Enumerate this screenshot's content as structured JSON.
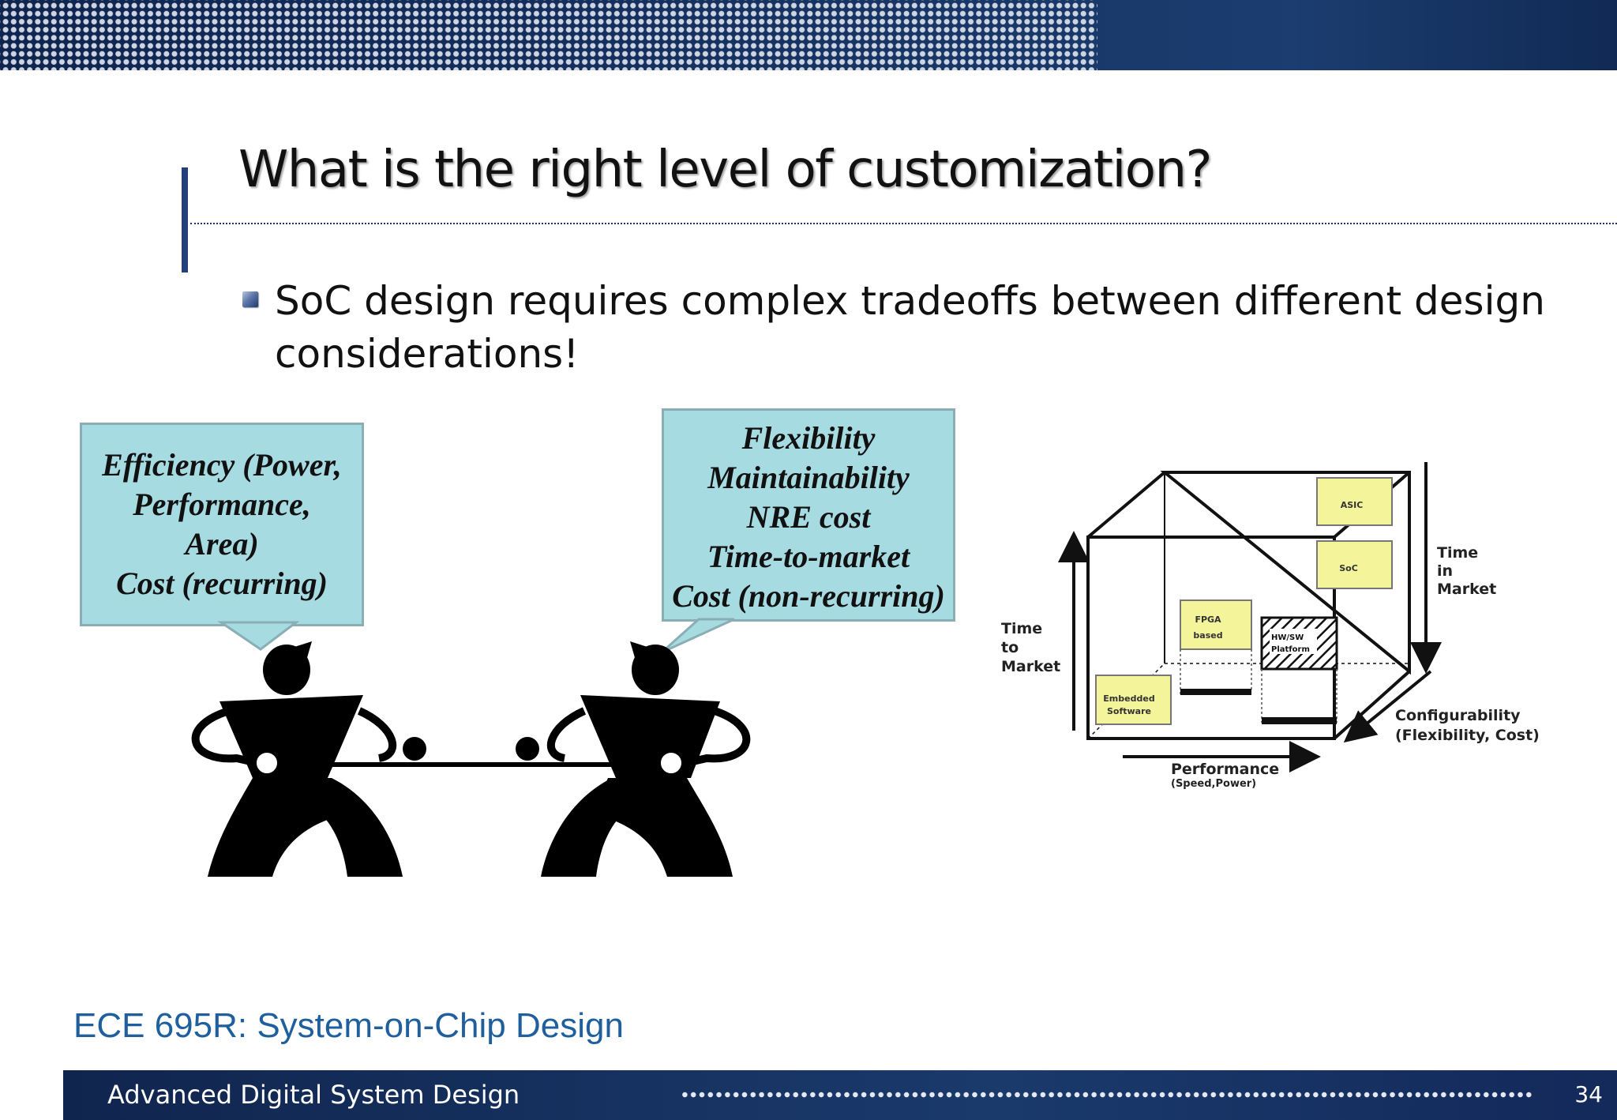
{
  "slide": {
    "title": "What is the right level of customization?",
    "bullet": "SoC design requires complex tradeoffs between different design considerations!"
  },
  "left_bubble": {
    "lines": [
      "Efficiency (Power,",
      "Performance,",
      "Area)",
      "Cost (recurring)"
    ]
  },
  "right_bubble": {
    "lines": [
      "Flexibility",
      "Maintainability",
      "NRE cost",
      "Time-to-market",
      "Cost (non-recurring)"
    ]
  },
  "cube_diagram": {
    "axis_time_to_market": [
      "Time",
      "to",
      "Market"
    ],
    "axis_time_in_market": [
      "Time",
      "in",
      "Market"
    ],
    "axis_configurability": [
      "Configurability",
      "(Flexibility, Cost)"
    ],
    "axis_performance": "Performance",
    "axis_performance_sub": "(Speed,Power)",
    "box_asic": "ASIC",
    "box_soc": "SoC",
    "box_fpga": [
      "FPGA",
      "based"
    ],
    "box_hwsw": [
      "HW/SW",
      "Platform"
    ],
    "box_embedded": [
      "Embedded",
      "Software"
    ]
  },
  "footer": {
    "course": "ECE 695R: System-on-Chip Design",
    "banner_title": "Advanced Digital System Design",
    "page_number": "34"
  },
  "colors": {
    "banner": "#173565",
    "bubble": "#a7dbe2",
    "course_label": "#1f5f9e",
    "diagram_box": "#f4f49a"
  }
}
